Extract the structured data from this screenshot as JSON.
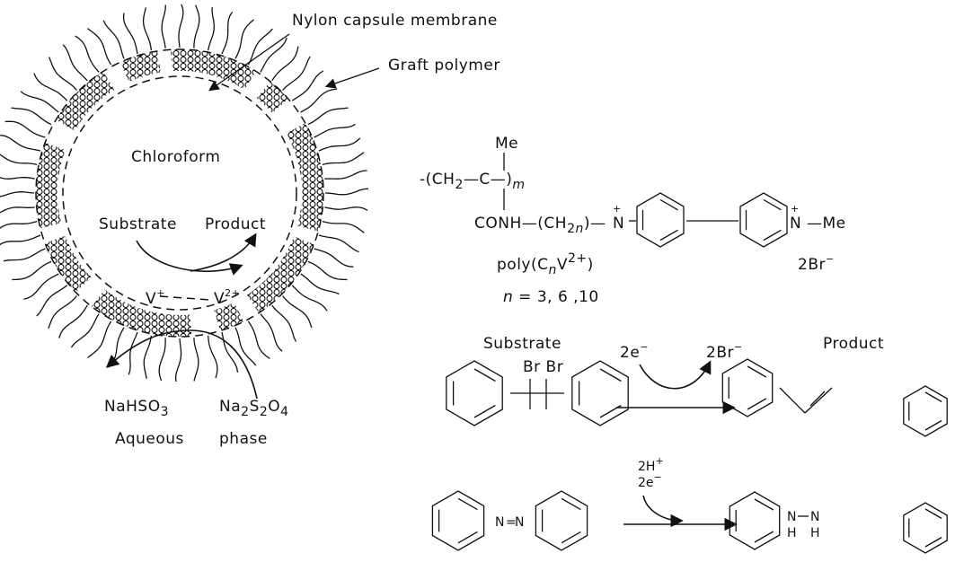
{
  "labels": {
    "nylon": "Nylon capsule membrane",
    "graft": "Graft polymer",
    "chloroform": "Chloroform",
    "substrate_inner": "Substrate",
    "product_inner": "Product",
    "v_plus": "V",
    "v_plus_sup": "+",
    "v_2plus": "V",
    "v_2plus_sup": "2+",
    "nahso3_a": "NaHSO",
    "nahso3_sub": "3",
    "na2s2o4_a": "Na",
    "na2s2o4_b": "2",
    "na2s2o4_c": "S",
    "na2s2o4_d": "2",
    "na2s2o4_e": "O",
    "na2s2o4_f": "4",
    "aqueous": "Aqueous",
    "phase": "phase"
  },
  "polymer": {
    "me_top": "Me",
    "ch2": "CH",
    "ch2_sub": "2",
    "c": "C",
    "m": "m",
    "conh": "CONH",
    "ch2n": "CH",
    "ch2n_sub": "2",
    "n_sub": "n",
    "n_plus_left": "N",
    "plus": "+",
    "n_plus_right": "N",
    "me_right": "Me",
    "name_a": "poly(C",
    "name_n": "n",
    "name_v": "V",
    "name_sup": "2+",
    "name_close": ")",
    "counterion": "2Br",
    "counterion_sup": "−",
    "n_values_italic": "n",
    "n_values": " = 3, 6 ,10"
  },
  "reaction1": {
    "substrate": "Substrate",
    "product": "Product",
    "br_br": "Br Br",
    "electrons": "2e",
    "electrons_sup": "−",
    "bromide": "2Br",
    "bromide_sup": "−"
  },
  "reaction2": {
    "protons": "2H",
    "protons_sup": "+",
    "electrons": "2e",
    "electrons_sup": "−",
    "n_left": "N",
    "eq": "=",
    "n_right": "N",
    "nh_n1": "N",
    "nh_n2": "N",
    "nh_h1": "H",
    "nh_h2": "H"
  }
}
